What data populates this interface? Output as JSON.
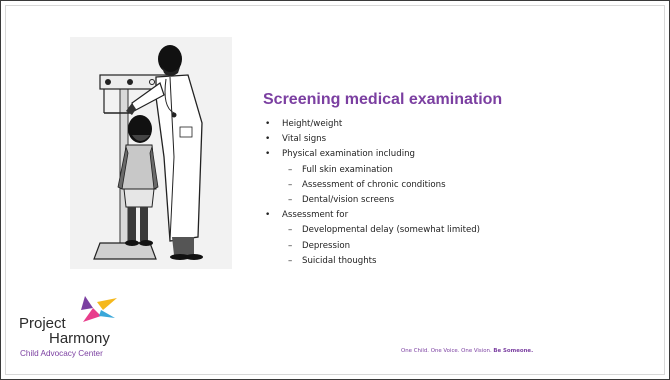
{
  "slide": {
    "title": "Screening medical examination",
    "bullets": [
      {
        "level": 1,
        "text": "Height/weight"
      },
      {
        "level": 1,
        "text": "Vital signs"
      },
      {
        "level": 1,
        "text": "Physical examination including"
      },
      {
        "level": 2,
        "text": "Full skin examination"
      },
      {
        "level": 2,
        "text": "Assessment of chronic conditions"
      },
      {
        "level": 2,
        "text": "Dental/vision screens"
      },
      {
        "level": 1,
        "text": "Assessment for"
      },
      {
        "level": 2,
        "text": "Developmental delay (somewhat limited)"
      },
      {
        "level": 2,
        "text": "Depression"
      },
      {
        "level": 2,
        "text": "Suicidal thoughts"
      }
    ]
  },
  "logo": {
    "line1": "Project",
    "line2": "Harmony",
    "subtitle": "Child Advocacy Center",
    "star_colors": [
      "#7b3fa1",
      "#e83e8c",
      "#f5b81c",
      "#3aa7d9"
    ]
  },
  "footer": {
    "tagline": "One Child. One Voice. One Vision.",
    "tagline_bold": "Be Someone."
  },
  "colors": {
    "accent": "#7b3fa1",
    "text": "#222222"
  },
  "illustration": {
    "icon": "doctor-measuring-child-icon"
  }
}
